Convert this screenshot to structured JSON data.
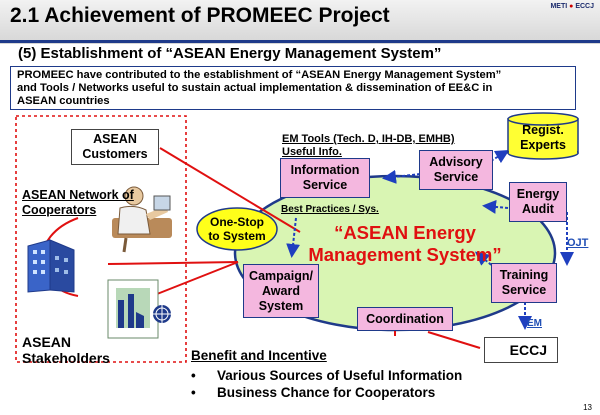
{
  "header": {
    "title": "2.1 Achievement of PROMEEC Project",
    "logos": [
      "METI",
      "ECCJ"
    ]
  },
  "subtitle": "(5) Establishment of “ASEAN Energy Management System”",
  "description": {
    "line1": "PROMEEC have contributed to the establishment of “ASEAN Energy Management System”",
    "line2": "and Tools / Networks useful to sustain actual implementation & dissemination of EE&C in",
    "line3": "ASEAN countries"
  },
  "left_group": {
    "customers": "ASEAN Customers",
    "network_line1": "ASEAN Network of",
    "network_line2": "Cooperators",
    "stakeholders_line1": "ASEAN",
    "stakeholders_line2": "Stakeholders"
  },
  "center": {
    "title_line1": "“ASEAN Energy",
    "title_line2": "Management System”",
    "em_tools_line1": "EM Tools (Tech. D, IH-DB, EMHB)",
    "em_tools_line2": "Useful Info.",
    "best_practices": "Best Practices / Sys.",
    "one_stop_line1": "One-Stop",
    "one_stop_line2": "to System"
  },
  "services": {
    "information_line1": "Information",
    "information_line2": "Service",
    "advisory_line1": "Advisory",
    "advisory_line2": "Service",
    "regist_line1": "Regist.",
    "regist_line2": "Experts",
    "energy_audit_line1": "Energy",
    "energy_audit_line2": "Audit",
    "training_line1": "Training",
    "training_line2": "Service",
    "campaign_line1": "Campaign/",
    "campaign_line2": "Award",
    "campaign_line3": "System",
    "coordination": "Coordination"
  },
  "links": {
    "ojt": "OJT",
    "em": "EM"
  },
  "eccj": "ECCJ",
  "benefit": {
    "heading": "Benefit and Incentive",
    "bullets": [
      "Various Sources of Useful Information",
      "Business Chance for Cooperators"
    ]
  },
  "page_number": "13",
  "colors": {
    "pink_box": "#f4b7df",
    "ellipse": "#d9f5b3",
    "one_stop": "#ffff1a",
    "cylinder": "#ffff33",
    "connector_red": "#e01010",
    "arrow_blue": "#1f3fbf",
    "center_text": "#e01010"
  }
}
